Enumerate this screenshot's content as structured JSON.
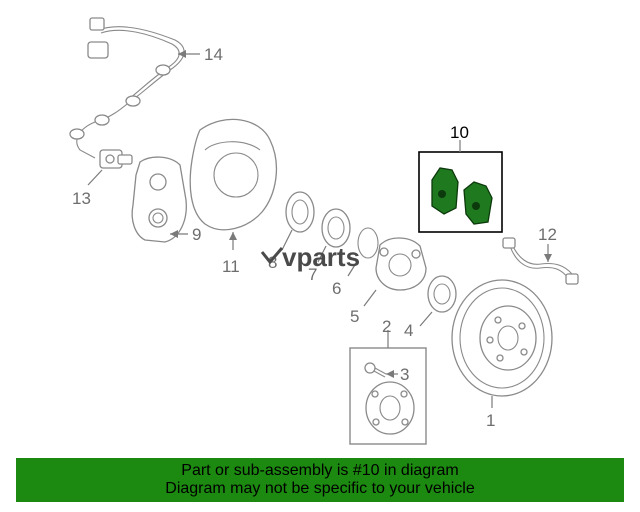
{
  "callouts": {
    "c1": "1",
    "c2": "2",
    "c3": "3",
    "c4": "4",
    "c5": "5",
    "c6": "6",
    "c7": "7",
    "c8": "8",
    "c9": "9",
    "c10": "10",
    "c11": "11",
    "c12": "12",
    "c13": "13",
    "c14": "14"
  },
  "watermark": "vparts",
  "banner": {
    "line1": "Part or sub-assembly is #10 in diagram",
    "line2": "Diagram may not be specific to your vehicle"
  },
  "colors": {
    "highlight": "#1f7a1f",
    "banner": "#1c8a10"
  }
}
